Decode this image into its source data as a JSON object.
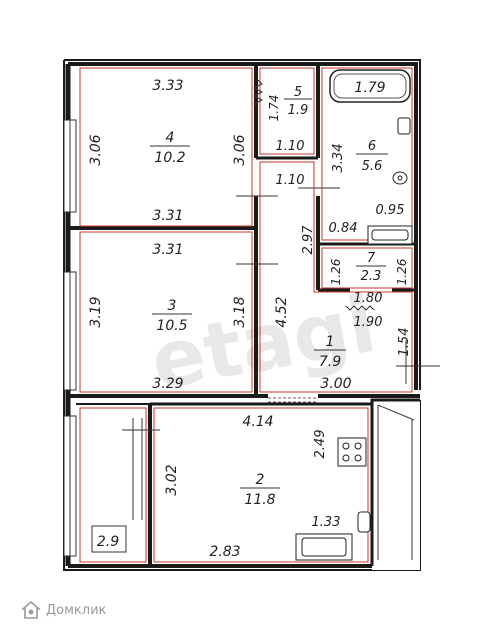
{
  "watermark": "etagi",
  "brand": "Домклик",
  "rooms": [
    {
      "id": "r4",
      "number": "4",
      "area": "10.2"
    },
    {
      "id": "r5",
      "number": "5",
      "area": "1.9"
    },
    {
      "id": "r6",
      "number": "6",
      "area": "5.6"
    },
    {
      "id": "r7",
      "number": "7",
      "area": "2.3"
    },
    {
      "id": "r3",
      "number": "3",
      "area": "10.5"
    },
    {
      "id": "r1",
      "number": "1",
      "area": "7.9"
    },
    {
      "id": "r2",
      "number": "2",
      "area": "11.8"
    }
  ],
  "dimensions": [
    "3.33",
    "3.06",
    "3.06",
    "3.31",
    "1.74",
    "1.10",
    "1.10",
    "1.79",
    "3.34",
    "0.95",
    "0.84",
    "3.31",
    "2.97",
    "1.26",
    "1.26",
    "1.80",
    "1.90",
    "3.19",
    "3.18",
    "4.52",
    "1.54",
    "3.29",
    "3.00",
    "4.14",
    "2.49",
    "3.02",
    "1.33",
    "2.9",
    "2.83"
  ],
  "colors": {
    "wall": "#1a1a1a",
    "boundary": "#c0392b",
    "watermark": "#d9d9d9"
  },
  "icons": [
    "bathtub-icon",
    "toilet-icon",
    "sink-icon",
    "stove-icon",
    "kitchen-sink-icon",
    "brand-logo-icon"
  ]
}
